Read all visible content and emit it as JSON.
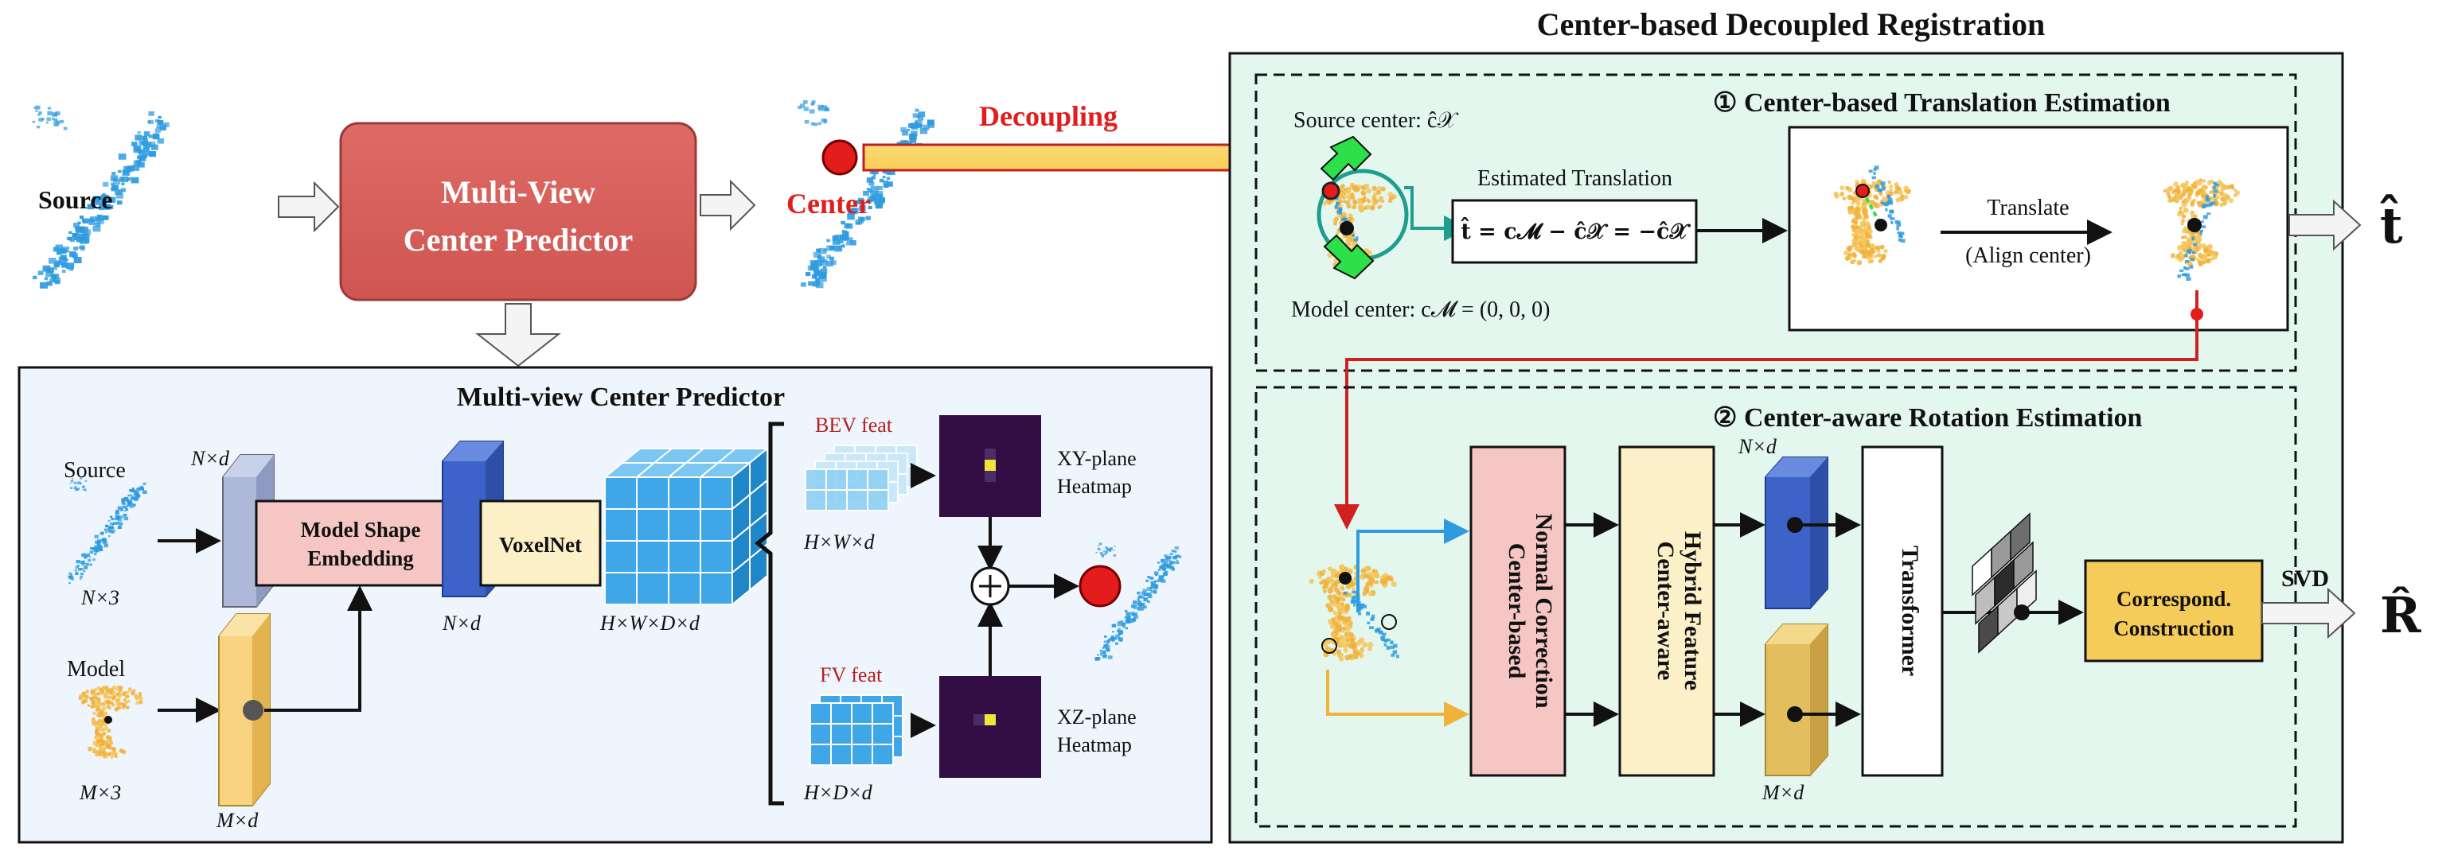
{
  "main_title": "Center-based Decoupled Registration",
  "left": {
    "source_label": "Source",
    "predictor_title_line1": "Multi-View",
    "predictor_title_line2": "Center Predictor",
    "center_label": "Center",
    "decoupling_label": "Decoupling"
  },
  "mvcp": {
    "title": "Multi-view Center Predictor",
    "source_label": "Source",
    "source_dim": "N×3",
    "model_label": "Model",
    "model_dim": "M×3",
    "feat_top_dim": "N×d",
    "feat_bottom_dim": "M×d",
    "embed_line1": "Model Shape",
    "embed_line2": "Embedding",
    "embed_out_dim": "N×d",
    "voxelnet_label": "VoxelNet",
    "voxel_dim": "H×W×D×d",
    "bev_label": "BEV feat",
    "bev_dim": "H×W×d",
    "fv_label": "FV feat",
    "fv_dim": "H×D×d",
    "xy_line1": "XY-plane",
    "xy_line2": "Heatmap",
    "xz_line1": "XZ-plane",
    "xz_line2": "Heatmap"
  },
  "translation": {
    "title": "① Center-based Translation Estimation",
    "source_center_label": "Source center: ĉ𝒳",
    "model_center_label": "Model center: c𝓜 = (0, 0, 0)",
    "est_label": "Estimated Translation",
    "formula": "t̂ = c𝓜 − ĉ𝒳 = −ĉ𝒳",
    "translate_label": "Translate",
    "align_label": "(Align center)",
    "output_symbol": "t̂"
  },
  "rotation": {
    "title": "② Center-aware Rotation Estimation",
    "normal_line1": "Center-based",
    "normal_line2": "Normal Correction",
    "hybrid_line1": "Center-aware",
    "hybrid_line2": "Hybrid Feature",
    "top_dim": "N×d",
    "bottom_dim": "M×d",
    "transformer_label": "Transformer",
    "corr_line1": "Correspond.",
    "corr_line2": "Construction",
    "svd_label": "SVD",
    "output_symbol": "R̂"
  },
  "colors": {
    "predictor_red": "#D9605C",
    "panel_blue": "#EEF5FC",
    "panel_green": "#E3F7EF",
    "embed_pink": "#F5C6C4",
    "voxel_cream": "#FCF0C8",
    "corr_gold": "#F5CB5A",
    "point_blue": "#2E9BE0",
    "point_orange": "#F0B23A",
    "center_red": "#E51C1C",
    "feat_blue": "#3D63C8",
    "feat_gold": "#E2BE5E",
    "heatmap_dark": "#320E44"
  }
}
